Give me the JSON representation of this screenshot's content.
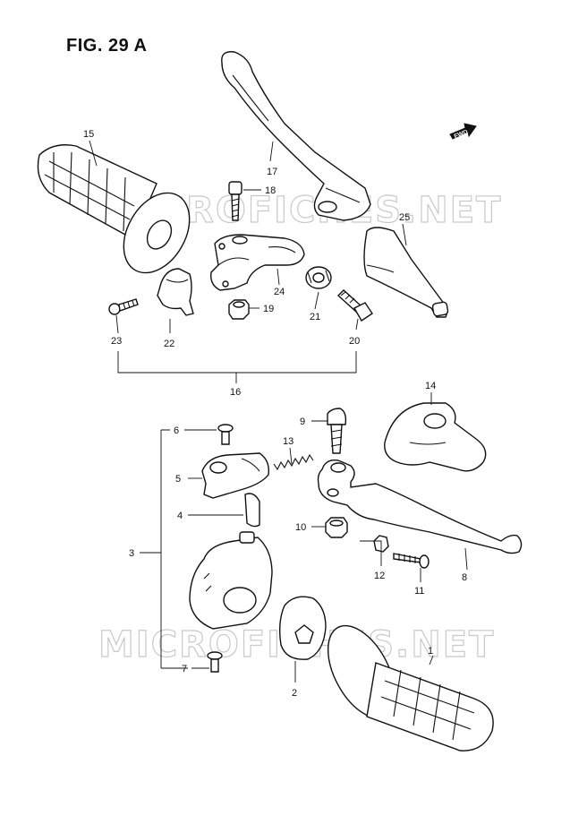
{
  "figure": {
    "title": "FIG. 29 A"
  },
  "watermark": {
    "text": "MICROFICHES.NET"
  },
  "direction": {
    "label": "FWD"
  },
  "callouts": {
    "p1": "1",
    "p2": "2",
    "p3": "3",
    "p4": "4",
    "p5": "5",
    "p6": "6",
    "p7": "7",
    "p8": "8",
    "p9": "9",
    "p10": "10",
    "p11": "11",
    "p12": "12",
    "p13": "13",
    "p14": "14",
    "p15": "15",
    "p16": "16",
    "p17": "17",
    "p18": "18",
    "p19": "19",
    "p20": "20",
    "p21": "21",
    "p22": "22",
    "p23": "23",
    "p24": "24",
    "p25": "25"
  }
}
